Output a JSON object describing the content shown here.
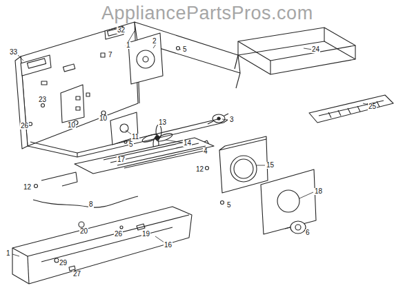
{
  "diagram": {
    "labels": [
      "AppliancePartsPros.com",
      "32",
      "1",
      "33",
      "7",
      "2",
      "5",
      "24",
      "25",
      "23",
      "10",
      "10",
      "26",
      "11",
      "13",
      "3",
      "14",
      "5",
      "4",
      "17",
      "12",
      "15",
      "12",
      "8",
      "5",
      "18",
      "20",
      "26",
      "19",
      "16",
      "6",
      "1",
      "29",
      "27"
    ]
  }
}
